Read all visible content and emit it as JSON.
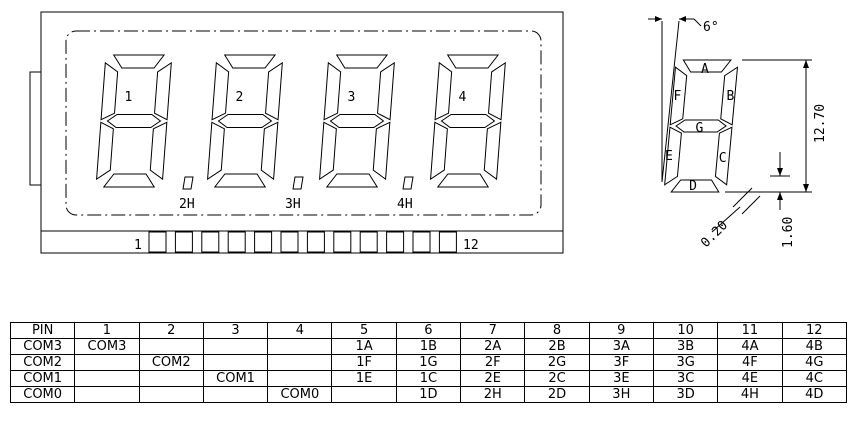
{
  "digits": [
    "1",
    "2",
    "3",
    "4"
  ],
  "decimal_labels": [
    "2H",
    "3H",
    "4H"
  ],
  "pin_start": "1",
  "pin_end": "12",
  "side_view": {
    "angle": "6°",
    "segments": [
      "A",
      "B",
      "C",
      "D",
      "E",
      "F",
      "G"
    ],
    "height": "12.70",
    "offset": "1.60",
    "gap": "0.20"
  },
  "pin_table": {
    "header": [
      "PIN",
      "1",
      "2",
      "3",
      "4",
      "5",
      "6",
      "7",
      "8",
      "9",
      "10",
      "11",
      "12"
    ],
    "rows": [
      [
        "COM3",
        "COM3",
        "",
        "",
        "",
        "1A",
        "1B",
        "2A",
        "2B",
        "3A",
        "3B",
        "4A",
        "4B"
      ],
      [
        "COM2",
        "",
        "COM2",
        "",
        "",
        "1F",
        "1G",
        "2F",
        "2G",
        "3F",
        "3G",
        "4F",
        "4G"
      ],
      [
        "COM1",
        "",
        "",
        "COM1",
        "",
        "1E",
        "1C",
        "2E",
        "2C",
        "3E",
        "3C",
        "4E",
        "4C"
      ],
      [
        "COM0",
        "",
        "",
        "",
        "COM0",
        "",
        "1D",
        "2H",
        "2D",
        "3H",
        "3D",
        "4H",
        "4D"
      ]
    ]
  }
}
